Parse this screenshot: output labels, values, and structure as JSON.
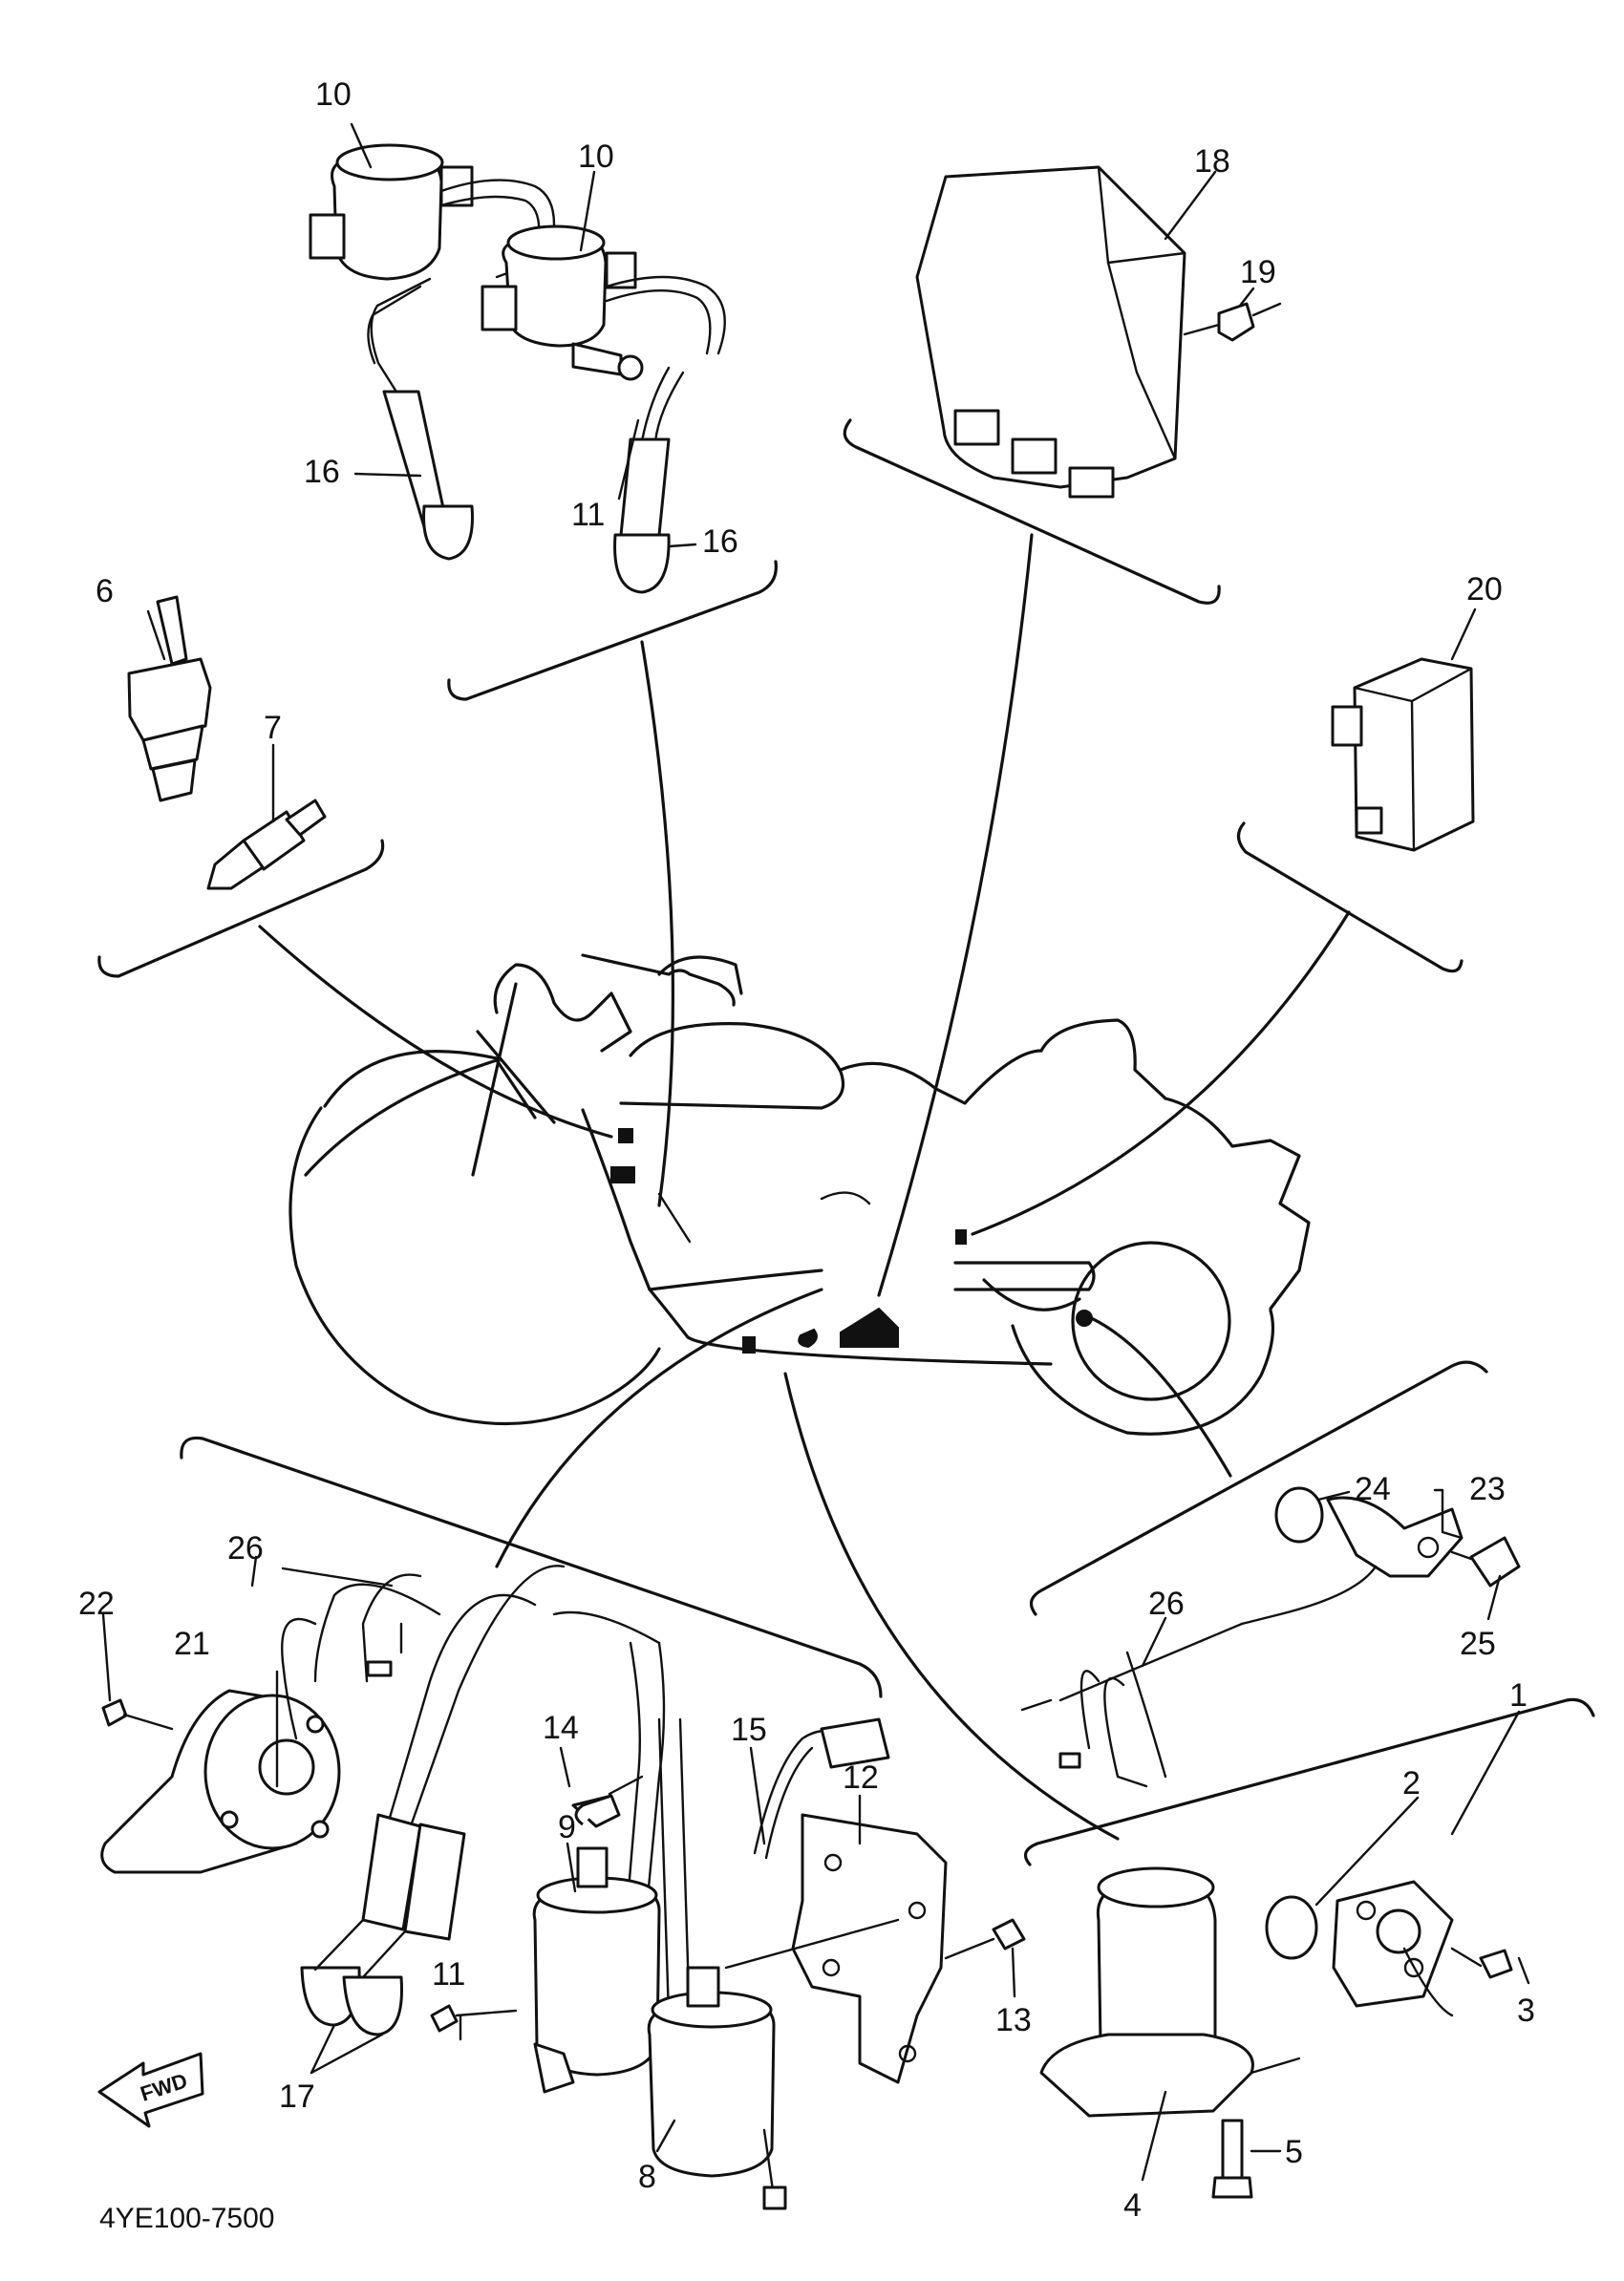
{
  "diagram_code": "4YE100-7500",
  "fwd_label": "FWD",
  "callouts": {
    "c1": "1",
    "c2": "2",
    "c3": "3",
    "c4": "4",
    "c5": "5",
    "c6": "6",
    "c7": "7",
    "c8": "8",
    "c9": "9",
    "c10a": "10",
    "c10b": "10",
    "c11a": "11",
    "c11b": "11",
    "c12": "12",
    "c13": "13",
    "c14": "14",
    "c15": "15",
    "c16a": "16",
    "c16b": "16",
    "c17": "17",
    "c18": "18",
    "c19": "19",
    "c20": "20",
    "c21": "21",
    "c22": "22",
    "c23": "23",
    "c24": "24",
    "c25": "25",
    "c26a": "26",
    "c26b": "26"
  }
}
